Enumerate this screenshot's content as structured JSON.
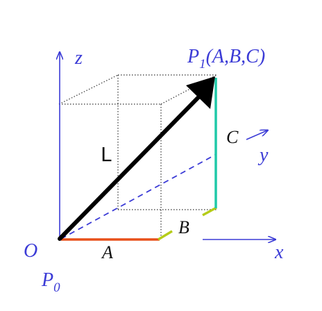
{
  "labels": {
    "z": "z",
    "y": "y",
    "x": "x",
    "O": "O",
    "P0": "P",
    "P0_sub": "0",
    "P1": "P",
    "P1_sub": "1",
    "P1_coords": "(A,B,C)",
    "L": "L",
    "A": "A",
    "B": "B",
    "C": "C"
  },
  "colors": {
    "axis": "#3b3bd6",
    "vector": "#000000",
    "box": "#333333",
    "A_segment": "#e8501a",
    "B_segment": "#b5cc18",
    "C_segment": "#1fc9a8"
  }
}
